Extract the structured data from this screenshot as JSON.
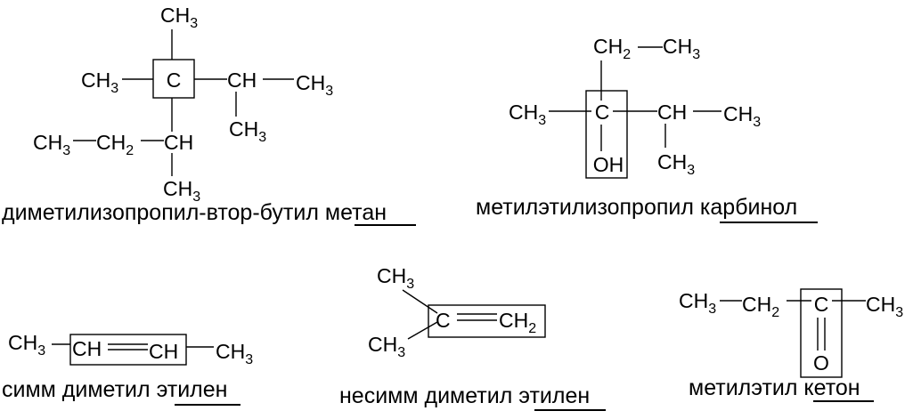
{
  "structures": {
    "s1": {
      "caption_prefix": "диметилизопропил-втор-бутил ",
      "caption_highlight": "метан",
      "c_top": "CH",
      "c_top_sub": "3",
      "c_left": "CH",
      "c_left_sub": "3",
      "c_center": "C",
      "c_ch": "CH",
      "c_right": "CH",
      "c_right_sub": "3",
      "c_ch_down": "CH",
      "c_ch_down_sub": "3",
      "c_ethyl_ch3": "CH",
      "c_ethyl_ch3_sub": "3",
      "c_ethyl_ch2": "CH",
      "c_ethyl_ch2_sub": "2",
      "c_ch_lower": "CH",
      "c_bottom": "CH",
      "c_bottom_sub": "3"
    },
    "s2": {
      "caption_prefix": "метилэтилизопропил ",
      "caption_highlight": "карбинол",
      "c_top_ch2": "CH",
      "c_top_ch2_sub": "2",
      "c_top_ch3": "CH",
      "c_top_ch3_sub": "3",
      "c_left": "CH",
      "c_left_sub": "3",
      "c_center": "C",
      "c_ch": "CH",
      "c_right": "CH",
      "c_right_sub": "3",
      "c_ch_down": "CH",
      "c_ch_down_sub": "3",
      "c_oh": "OH"
    },
    "s3": {
      "caption_prefix": "симм диметил ",
      "caption_highlight": "этилен",
      "c_left": "CH",
      "c_left_sub": "3",
      "c_ch1": "CH",
      "c_ch2": "CH",
      "c_right": "CH",
      "c_right_sub": "3"
    },
    "s4": {
      "caption_prefix": "несимм диметил ",
      "caption_highlight": "этилен",
      "c_upper": "CH",
      "c_upper_sub": "3",
      "c_lower": "CH",
      "c_lower_sub": "3",
      "c_center": "C",
      "c_ch2": "CH",
      "c_ch2_sub": "2"
    },
    "s5": {
      "caption_prefix": "метилэтил ",
      "caption_highlight": "кетон",
      "c_ch3_left": "CH",
      "c_ch3_left_sub": "3",
      "c_ch2": "CH",
      "c_ch2_sub": "2",
      "c_center": "C",
      "c_o": "O",
      "c_ch3_right": "CH",
      "c_ch3_right_sub": "3"
    }
  }
}
